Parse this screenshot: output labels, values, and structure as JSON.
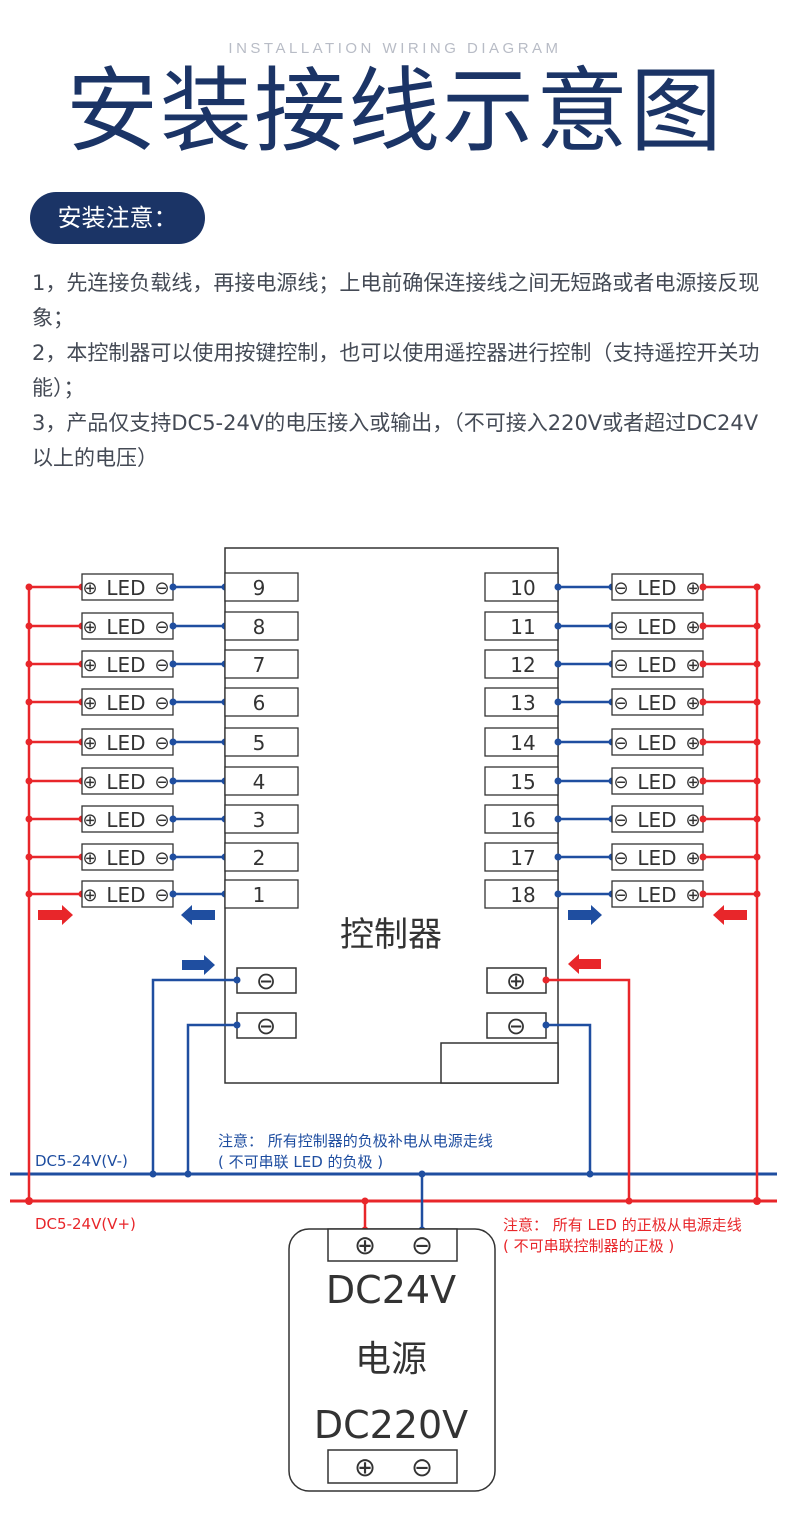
{
  "header": {
    "subtitle": "INSTALLATION WIRING DIAGRAM",
    "title": "安装接线示意图"
  },
  "notes": {
    "badge": "安装注意：",
    "items": [
      "1，先连接负载线，再接电源线；上电前确保连接线之间无短路或者电源接反现象；",
      "2，本控制器可以使用按键控制，也可以使用遥控器进行控制（支持遥控开关功能）；",
      "3，产品仅支持DC5-24V的电压接入或输出，（不可接入220V或者超过DC24V以上的电压）"
    ]
  },
  "diagram": {
    "controller_label": "控制器",
    "led_label": "LED",
    "left_channels": [
      "9",
      "8",
      "7",
      "6",
      "5",
      "4",
      "3",
      "2",
      "1"
    ],
    "right_channels": [
      "10",
      "11",
      "12",
      "13",
      "14",
      "15",
      "16",
      "17",
      "18"
    ],
    "minus_symbol": "⊖",
    "plus_symbol": "⊕",
    "neg_rail_label": "DC5-24V(V-)",
    "pos_rail_label": "DC5-24V(V+)",
    "neg_note_line1": "注意：  所有控制器的负极补电从电源走线",
    "neg_note_line2": "( 不可串联 LED 的负极 )",
    "pos_note_line1": "注意：  所有 LED 的正极从电源走线",
    "pos_note_line2": "( 不可串联控制器的正极 )",
    "psu_output": "DC24V",
    "psu_label": "电源",
    "psu_input": "DC220V"
  },
  "colors": {
    "navy": "#1b3466",
    "red": "#e8262a",
    "blue": "#1f4ea0",
    "gray_text": "#444a55"
  }
}
